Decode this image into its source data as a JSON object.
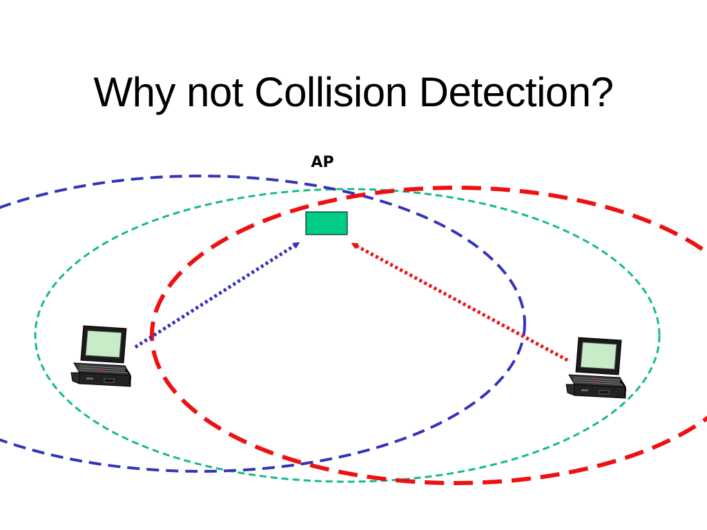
{
  "slide": {
    "title": "Why not Collision Detection?",
    "ap_label": "AP"
  },
  "colors": {
    "left_station_range": "#3333bb",
    "ap_range": "#11bb88",
    "right_station_range": "#ee1111",
    "access_point_fill": "#00cc88",
    "left_transmission": "#3333bb",
    "right_transmission": "#ee1111"
  },
  "icons": {
    "left_station": "laptop-icon",
    "right_station": "laptop-icon",
    "access_point": "access-point-box"
  }
}
